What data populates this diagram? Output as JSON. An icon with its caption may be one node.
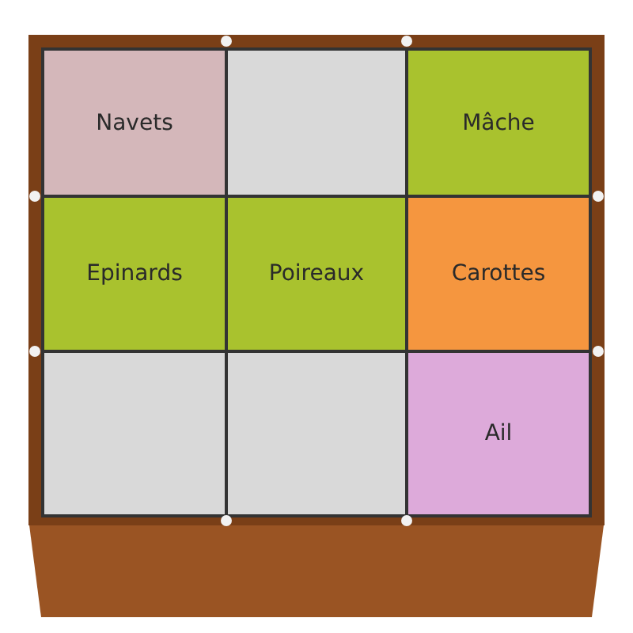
{
  "diagram": {
    "nodes": [
      {
        "text": [
          "Navets"
        ]
      },
      {
        "text": [],
        "shape": "box"
      },
      {
        "text": [
          "Mâche"
        ]
      },
      {
        "text": [
          "Epinards"
        ]
      },
      {
        "text": [
          "Poireaux"
        ]
      },
      {
        "text": [
          "Carottes"
        ]
      },
      {
        "text": [],
        "shape": "box"
      },
      {
        "text": [],
        "shape": "box"
      },
      {
        "text": [
          "Ail"
        ]
      }
    ]
  }
}
